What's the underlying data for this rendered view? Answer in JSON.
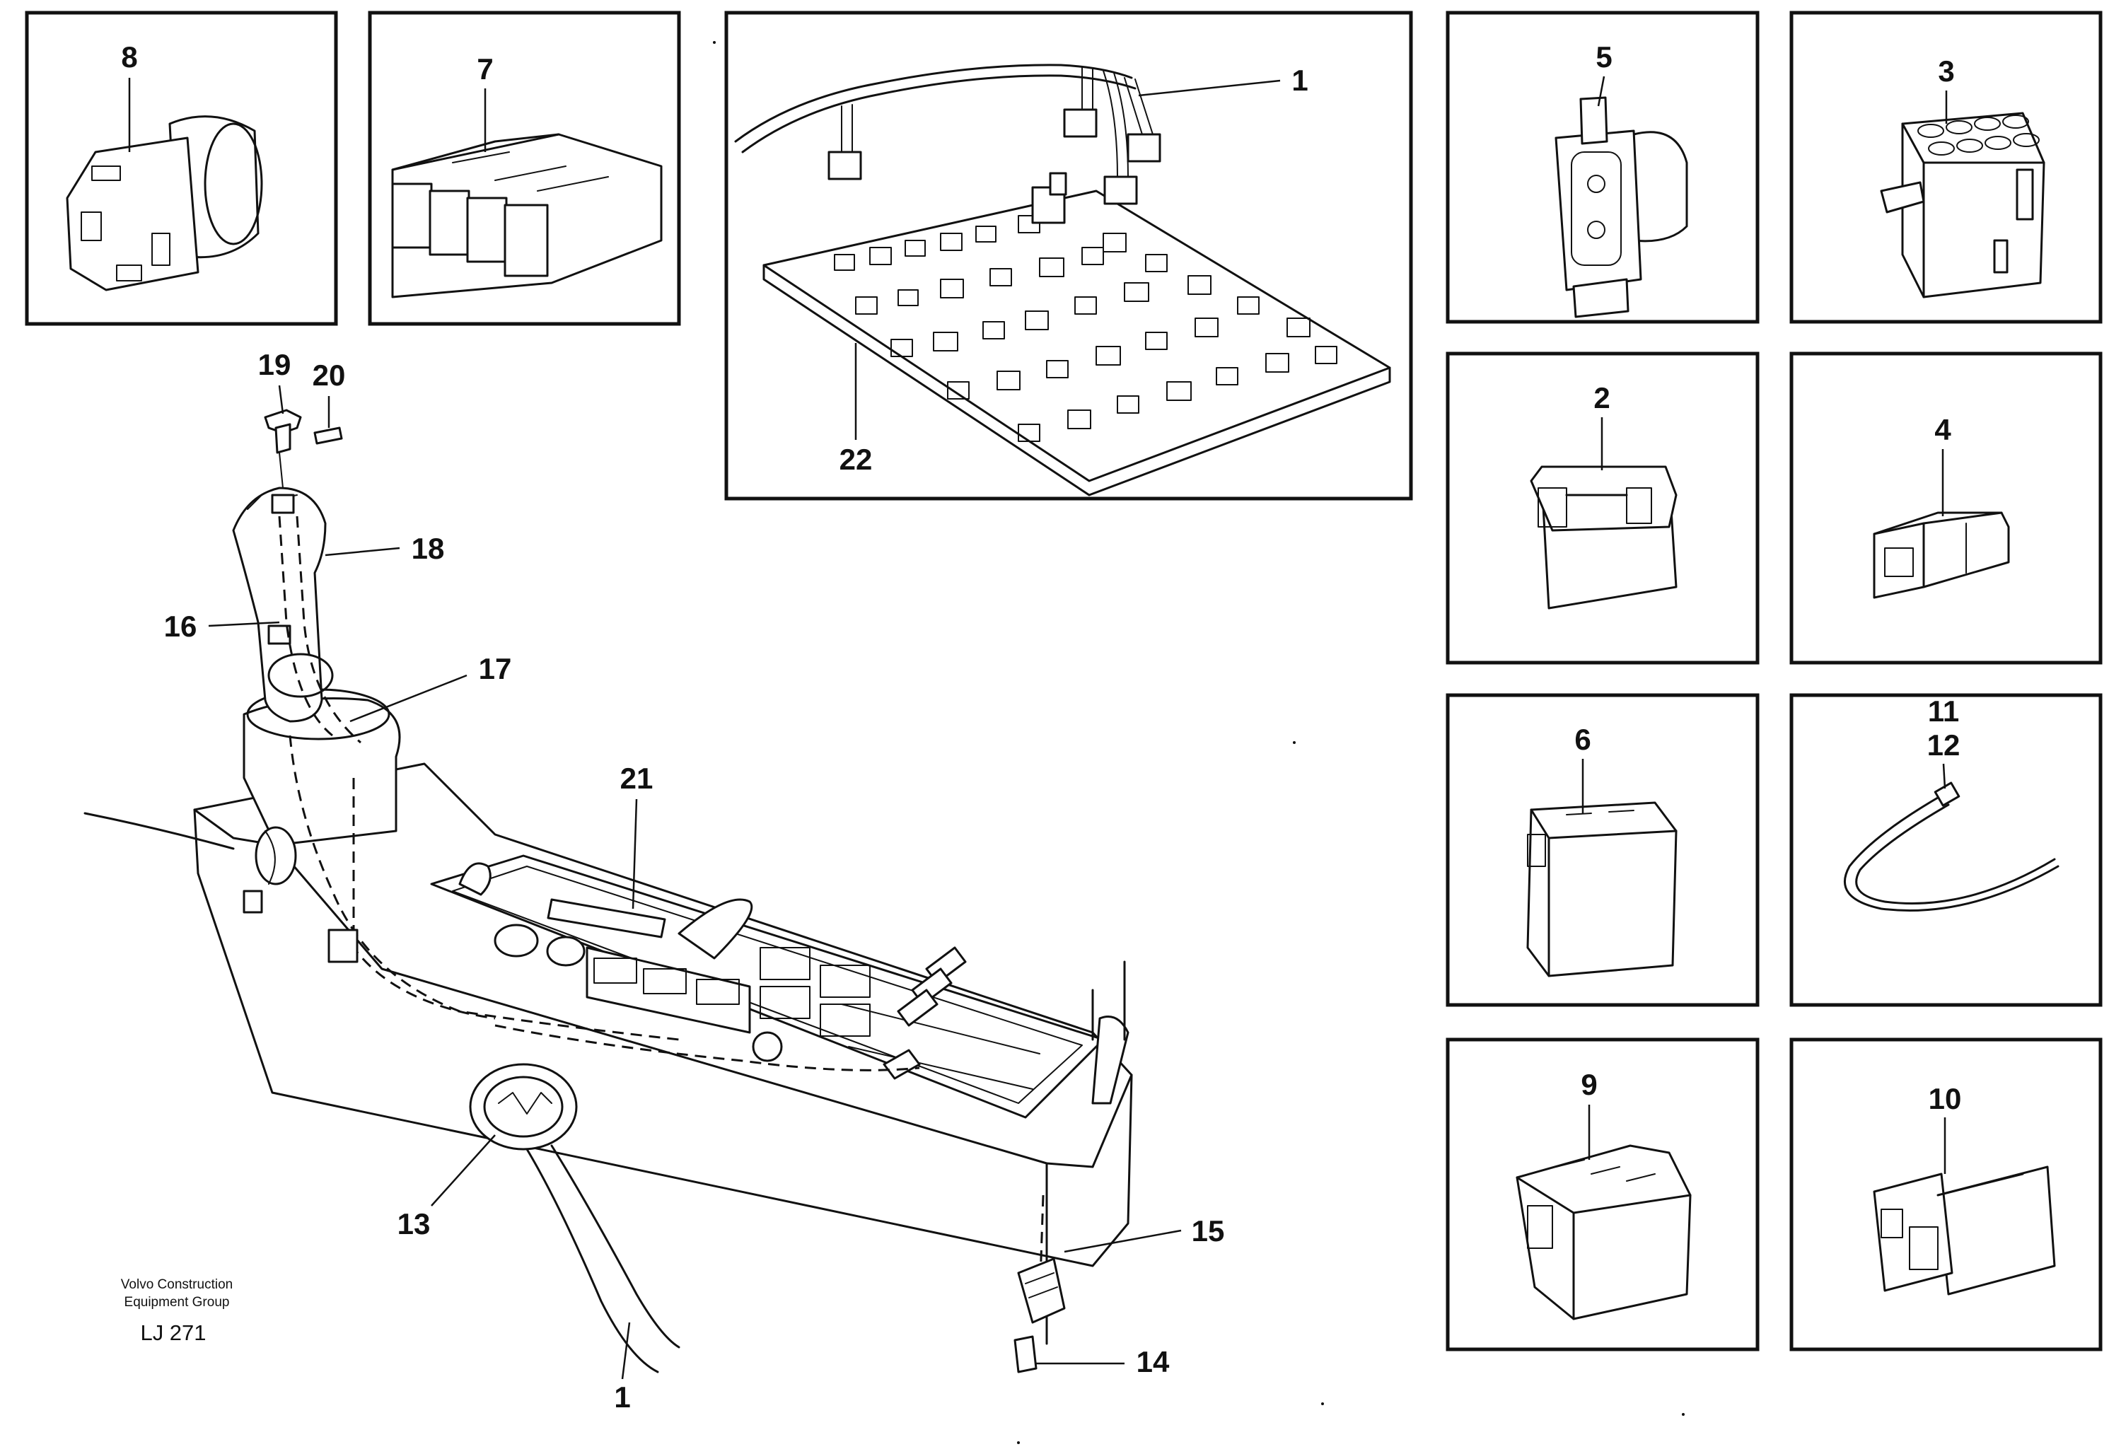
{
  "callouts": {
    "c1_top": "1",
    "c2": "2",
    "c3": "3",
    "c4": "4",
    "c5": "5",
    "c6": "6",
    "c7": "7",
    "c8": "8",
    "c9": "9",
    "c10": "10",
    "c11": "11",
    "c12": "12",
    "c13": "13",
    "c14": "14",
    "c15": "15",
    "c16": "16",
    "c17": "17",
    "c18": "18",
    "c19": "19",
    "c20": "20",
    "c21": "21",
    "c22": "22",
    "c1_bottom": "1"
  },
  "credit": {
    "line1": "Volvo Construction",
    "line2": "Equipment Group",
    "code": "LJ 271"
  },
  "icons": [
    "connector-icon",
    "circuit-board-icon",
    "control-lever-icon",
    "cable-tie-icon",
    "control-panel-icon"
  ]
}
